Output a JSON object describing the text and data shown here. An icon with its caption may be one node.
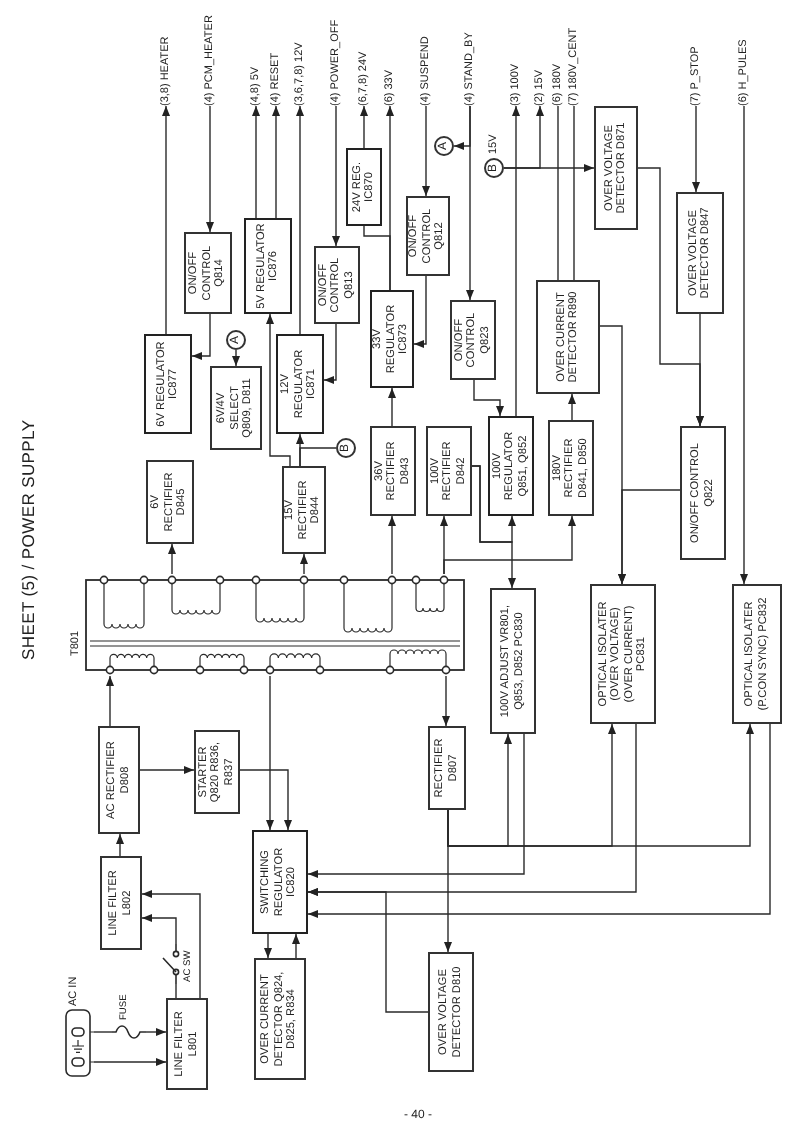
{
  "diagram": {
    "title": "SHEET (5) / POWER SUPPLY",
    "nodes": [
      {
        "text": [
          "(3,8) HEATER"
        ]
      },
      {
        "text": [
          "(4) PCM_HEATER"
        ]
      },
      {
        "text": [
          "(4,8) 5V"
        ]
      },
      {
        "text": [
          "(4) RESET"
        ]
      },
      {
        "text": [
          "(3,6,7,8) 12V"
        ]
      },
      {
        "text": [
          "(4) POWER_OFF"
        ]
      },
      {
        "text": [
          "(6,7,8) 24V"
        ]
      },
      {
        "text": [
          "(6) 33V"
        ]
      },
      {
        "text": [
          "(4) SUSPEND"
        ]
      },
      {
        "text": [
          "(4) STAND_BY"
        ]
      },
      {
        "text": [
          "(3) 100V"
        ]
      },
      {
        "text": [
          "(2) 15V"
        ]
      },
      {
        "text": [
          "(6) 180V"
        ]
      },
      {
        "text": [
          "(7) 180V_CENT"
        ]
      },
      {
        "text": [
          "(7) P_STOP"
        ]
      },
      {
        "text": [
          "(6) H_PULES"
        ]
      },
      {
        "text": [
          "6V REGULATOR IC877"
        ]
      },
      {
        "text": [
          "ON/OFF CONTROL Q814"
        ]
      },
      {
        "text": [
          "6V/4V SELECT Q809, D811"
        ]
      },
      {
        "text": [
          "5V REGULATOR IC876"
        ]
      },
      {
        "text": [
          "12V REGULATOR IC871"
        ]
      },
      {
        "text": [
          "ON/OFF CONTROL Q813"
        ]
      },
      {
        "text": [
          "24V REG. IC870"
        ]
      },
      {
        "text": [
          "33V REGULATOR IC873"
        ]
      },
      {
        "text": [
          "ON/OFF CONTROL Q812"
        ]
      },
      {
        "text": [
          "ON/OFF CONTROL Q823"
        ]
      },
      {
        "text": [
          "OVER CURRENT DETECTOR R890"
        ]
      },
      {
        "text": [
          "OVER VOLTAGE DETECTOR D871"
        ]
      },
      {
        "text": [
          "OVER VOLTAGE DETECTOR D847"
        ]
      },
      {
        "text": [
          "6V RECTIFIER D845"
        ]
      },
      {
        "text": [
          "15V RECTIFIER D844"
        ]
      },
      {
        "text": [
          "36V RECTIFIER D843"
        ]
      },
      {
        "text": [
          "100V RECTIFIER D842"
        ]
      },
      {
        "text": [
          "100V REGULATOR Q851, Q852"
        ]
      },
      {
        "text": [
          "180V RECTIFIER D841, D850"
        ]
      },
      {
        "text": [
          "ON/OFF CONTROL Q822"
        ]
      },
      {
        "text": [
          "T801"
        ]
      },
      {
        "text": [
          "AC RECTIFIER D808"
        ]
      },
      {
        "text": [
          "STARTER Q820 R836, R837"
        ]
      },
      {
        "text": [
          "RECTIFIER D807"
        ]
      },
      {
        "text": [
          "100V ADJUST VR801, Q853, D852 PC830"
        ]
      },
      {
        "text": [
          "OPTICAL ISOLATER (OVER VOLTAGE) (OVER CURRENT) PC831"
        ]
      },
      {
        "text": [
          "OPTICAL ISOLATER (P.CON SYNC) PC832"
        ]
      },
      {
        "text": [
          "LINE FILTER L802"
        ]
      },
      {
        "text": [
          "SWITCHING REGULATOR IC820"
        ]
      },
      {
        "text": [
          "LINE FILTER L801"
        ]
      },
      {
        "text": [
          "OVER CURRENT DETECTOR Q824, D825, R834"
        ]
      },
      {
        "text": [
          "OVER VOLTAGE DETECTOR D810"
        ]
      },
      {
        "text": [
          "AC IN"
        ]
      },
      {
        "text": [
          "A"
        ]
      },
      {
        "text": [
          "B"
        ]
      },
      {
        "text": [
          "A"
        ]
      },
      {
        "text": [
          "B"
        ],
        "beside": [
          "15V"
        ]
      },
      {
        "text": [
          "FUSE"
        ]
      },
      {
        "text": [
          "AC SW"
        ]
      }
    ],
    "edges": [
      {
        "from": 16,
        "to": 0,
        "arrow": "to"
      },
      {
        "from": 1,
        "to": 17,
        "arrow": "to"
      },
      {
        "from": 17,
        "to": 16,
        "arrow": "to"
      },
      {
        "from": 49,
        "to": 18,
        "arrow": "to"
      },
      {
        "from": 19,
        "to": 2,
        "arrow": "to"
      },
      {
        "from": 19,
        "to": 3,
        "arrow": "to"
      },
      {
        "from": 20,
        "to": 4,
        "arrow": "to"
      },
      {
        "from": 5,
        "to": 21,
        "arrow": "to"
      },
      {
        "from": 21,
        "to": 20,
        "arrow": "to"
      },
      {
        "from": 22,
        "to": 6,
        "arrow": "to"
      },
      {
        "from": 23,
        "to": 7,
        "arrow": "to"
      },
      {
        "from": 23,
        "to": 22,
        "arrow": "none"
      },
      {
        "from": 8,
        "to": 24,
        "arrow": "to"
      },
      {
        "from": 24,
        "to": 23,
        "arrow": "to"
      },
      {
        "from": 9,
        "to": 25,
        "arrow": "to"
      },
      {
        "from": 9,
        "to": 51,
        "arrow": "to"
      },
      {
        "from": 25,
        "to": 33,
        "arrow": "to"
      },
      {
        "from": 33,
        "to": 10,
        "arrow": "to"
      },
      {
        "from": 52,
        "to": 11,
        "arrow": "to"
      },
      {
        "from": 52,
        "to": 27,
        "arrow": "to"
      },
      {
        "from": 14,
        "to": 28,
        "arrow": "to"
      },
      {
        "from": 27,
        "to": 35,
        "arrow": "to"
      },
      {
        "from": 28,
        "to": 35,
        "arrow": "to"
      },
      {
        "from": 15,
        "to": 42,
        "arrow": "to"
      },
      {
        "from": 34,
        "to": 26,
        "arrow": "to"
      },
      {
        "from": 26,
        "to": 12,
        "arrow": "none"
      },
      {
        "from": 26,
        "to": 13,
        "arrow": "none"
      },
      {
        "from": 26,
        "to": 41,
        "arrow": "to"
      },
      {
        "from": 35,
        "to": 41,
        "arrow": "to"
      },
      {
        "from": 36,
        "to": 29,
        "arrow": "to"
      },
      {
        "from": 30,
        "to": 20,
        "arrow": "to"
      },
      {
        "from": 30,
        "to": 50,
        "arrow": "none"
      },
      {
        "from": 30,
        "to": 19,
        "arrow": "to"
      },
      {
        "from": 31,
        "to": 23,
        "arrow": "to"
      },
      {
        "from": 36,
        "to": 31,
        "arrow": "to"
      },
      {
        "from": 32,
        "to": 33,
        "arrow": "to"
      },
      {
        "from": 32,
        "to": 40,
        "arrow": "to"
      },
      {
        "from": 36,
        "to": 32,
        "arrow": "to"
      },
      {
        "from": 36,
        "to": 34,
        "arrow": "to"
      },
      {
        "from": 37,
        "to": 36,
        "arrow": "to"
      },
      {
        "from": 37,
        "to": 38,
        "arrow": "to"
      },
      {
        "from": 38,
        "to": 44,
        "arrow": "to"
      },
      {
        "from": 36,
        "to": 44,
        "arrow": "to"
      },
      {
        "from": 43,
        "to": 37,
        "arrow": "to"
      },
      {
        "from": 45,
        "to": 43,
        "arrow": "to"
      },
      {
        "from": 45,
        "to": 54,
        "arrow": "none"
      },
      {
        "from": 54,
        "to": 43,
        "arrow": "to"
      },
      {
        "from": 48,
        "to": 53,
        "arrow": "none"
      },
      {
        "from": 53,
        "to": 45,
        "arrow": "to"
      },
      {
        "from": 48,
        "to": 45,
        "arrow": "to"
      },
      {
        "from": 44,
        "to": 46,
        "arrow": "to"
      },
      {
        "from": 46,
        "to": 44,
        "arrow": "to"
      },
      {
        "from": 36,
        "to": 39,
        "arrow": "to"
      },
      {
        "from": 39,
        "to": 47,
        "arrow": "to"
      },
      {
        "from": 39,
        "to": 40,
        "arrow": "to"
      },
      {
        "from": 39,
        "to": 41,
        "arrow": "to"
      },
      {
        "from": 39,
        "to": 42,
        "arrow": "to"
      },
      {
        "from": 40,
        "to": 44,
        "arrow": "to"
      },
      {
        "from": 41,
        "to": 44,
        "arrow": "to"
      },
      {
        "from": 42,
        "to": 44,
        "arrow": "to"
      },
      {
        "from": 47,
        "to": 44,
        "arrow": "to"
      },
      {
        "from": 36,
        "to": 30,
        "arrow": "to"
      }
    ],
    "labels": [
      "- 40 -"
    ]
  }
}
